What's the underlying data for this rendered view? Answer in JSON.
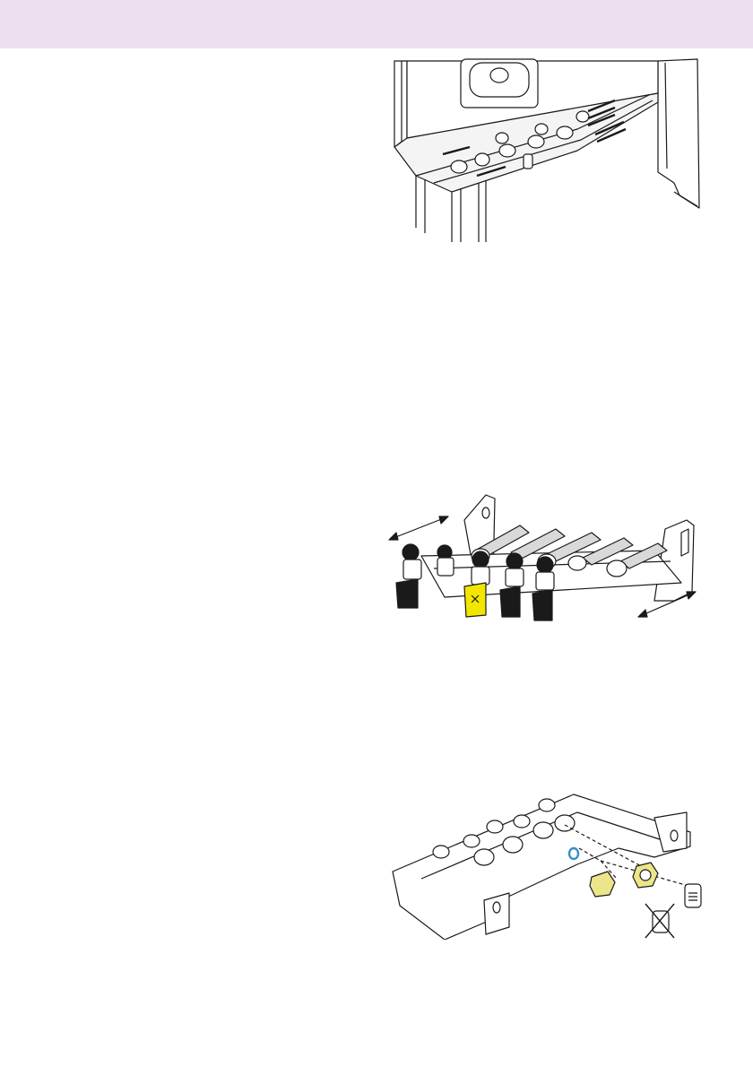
{
  "page": {
    "header_band_color": "#ecdff0"
  },
  "figures": [
    {
      "icon": "boiler-open-casing-illustration"
    },
    {
      "icon": "valve-manifold-illustration",
      "highlight_color": "#f2e600"
    },
    {
      "icon": "connection-bracket-illustration",
      "fitting_color": "#ece58a",
      "washer_color": "#3b8fc4"
    }
  ]
}
